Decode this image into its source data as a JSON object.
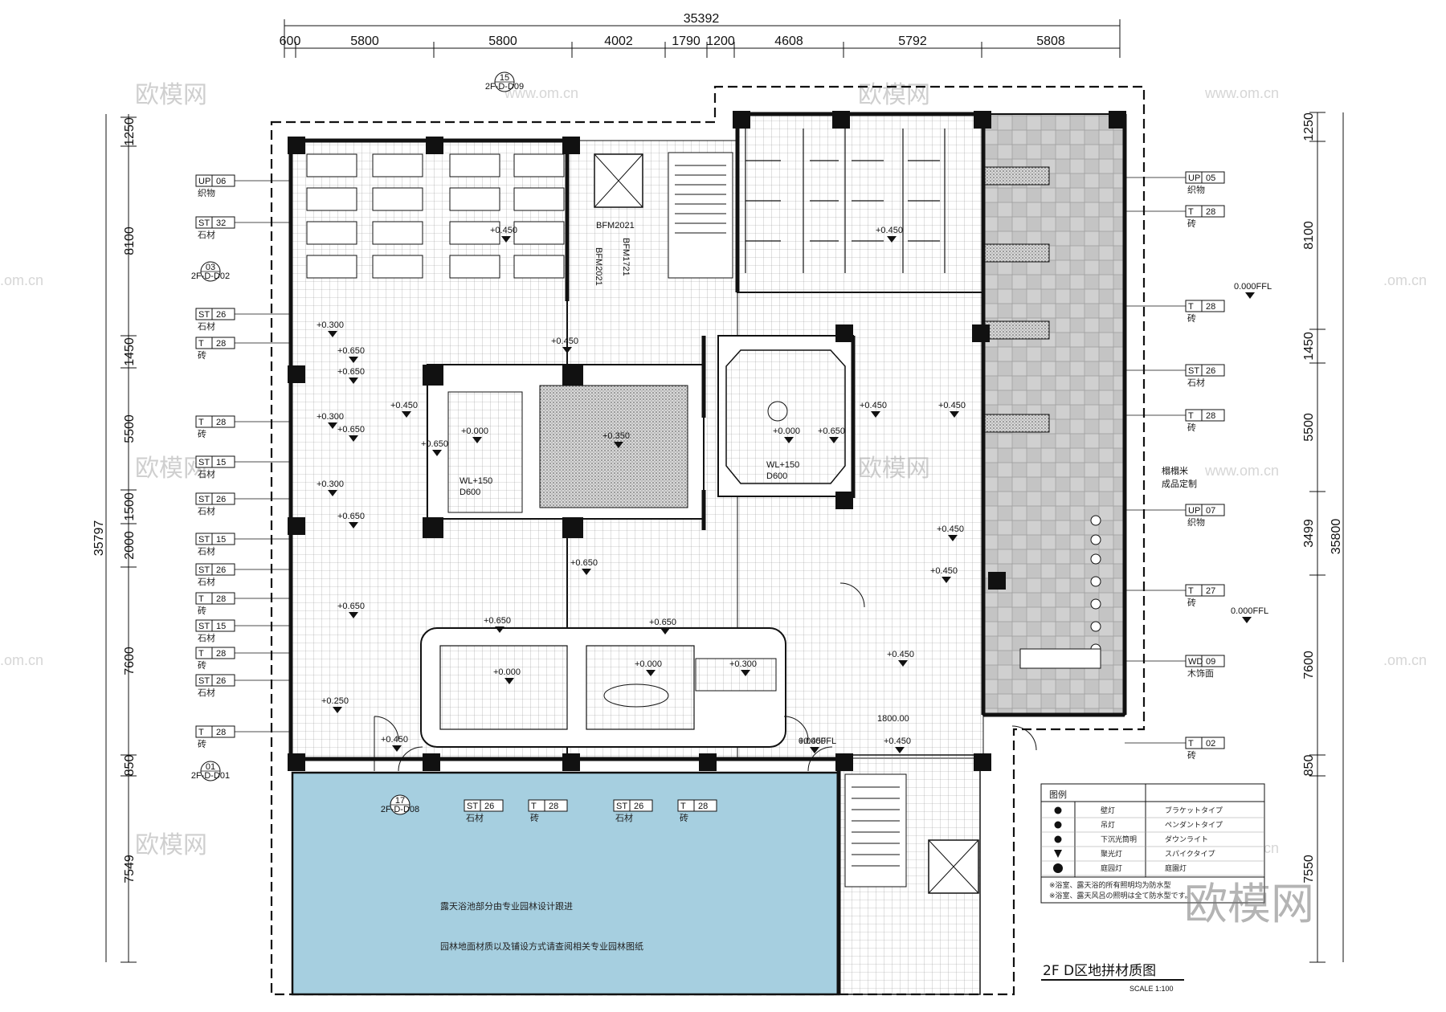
{
  "total_width": "35392",
  "total_height": "35797",
  "top_dims": [
    "600",
    "5800",
    "5800",
    "4002",
    "1790",
    "1200",
    "4608",
    "5792",
    "5808"
  ],
  "left_dims": [
    "1250",
    "8100",
    "1450",
    "5500",
    "1500",
    "2000",
    "7600",
    "850",
    "7549"
  ],
  "right_dims": [
    "1250",
    "8100",
    "1450",
    "5500",
    "3499",
    "7600",
    "850",
    "7550"
  ],
  "right_total": "35800",
  "left_tags": [
    {
      "code": "UP",
      "num": "06",
      "mat": "织物"
    },
    {
      "code": "ST",
      "num": "32",
      "mat": "石材"
    },
    {
      "code": "ST",
      "num": "26",
      "mat": "石材"
    },
    {
      "code": "T",
      "num": "28",
      "mat": "砖"
    },
    {
      "code": "T",
      "num": "28",
      "mat": "砖"
    },
    {
      "code": "ST",
      "num": "15",
      "mat": "石材"
    },
    {
      "code": "ST",
      "num": "26",
      "mat": "石材"
    },
    {
      "code": "ST",
      "num": "15",
      "mat": "石材"
    },
    {
      "code": "ST",
      "num": "26",
      "mat": "石材"
    },
    {
      "code": "T",
      "num": "28",
      "mat": "砖"
    },
    {
      "code": "ST",
      "num": "15",
      "mat": "石材"
    },
    {
      "code": "T",
      "num": "28",
      "mat": "砖"
    },
    {
      "code": "ST",
      "num": "26",
      "mat": "石材"
    },
    {
      "code": "T",
      "num": "28",
      "mat": "砖"
    }
  ],
  "right_tags": [
    {
      "code": "UP",
      "num": "05",
      "mat": "织物"
    },
    {
      "code": "T",
      "num": "28",
      "mat": "砖"
    },
    {
      "code": "T",
      "num": "28",
      "mat": "砖"
    },
    {
      "code": "ST",
      "num": "26",
      "mat": "石材"
    },
    {
      "code": "T",
      "num": "28",
      "mat": "砖"
    },
    {
      "code": "UP",
      "num": "07",
      "mat": "织物"
    },
    {
      "code": "T",
      "num": "27",
      "mat": "砖"
    },
    {
      "code": "WD",
      "num": "09",
      "mat": "木饰面"
    },
    {
      "code": "T",
      "num": "02",
      "mat": "砖"
    }
  ],
  "right_note": "榻榻米",
  "right_note_sub": "成品定制",
  "bottom_tags": [
    {
      "code": "ST",
      "num": "26",
      "mat": "石材"
    },
    {
      "code": "T",
      "num": "28",
      "mat": "砖"
    },
    {
      "code": "ST",
      "num": "26",
      "mat": "石材"
    },
    {
      "code": "T",
      "num": "28",
      "mat": "砖"
    }
  ],
  "section_marks": [
    {
      "num": "15",
      "ref": "2F-D-D09"
    },
    {
      "num": "03",
      "ref": "2F-D-D02"
    },
    {
      "num": "01",
      "ref": "2F-D-D01"
    },
    {
      "num": "17",
      "ref": "2F-D-D08"
    }
  ],
  "levels": [
    "+0.450",
    "+0.450",
    "+0.450",
    "+0.450",
    "+0.650",
    "+0.300",
    "+0.650",
    "+0.300",
    "+0.650",
    "+0.300",
    "+0.650",
    "+0.650",
    "+0.250",
    "+0.450",
    "+0.000",
    "+0.650",
    "+0.350",
    "+0.000",
    "+0.650",
    "+0.450",
    "+0.450",
    "+0.650",
    "+0.650",
    "+0.650",
    "+0.000",
    "+0.000",
    "+0.300",
    "+0.450",
    "+0.450",
    "+0.450",
    "+0.450",
    "+0.450",
    "0.000FFL",
    "0.000FFL",
    "0.000FFL"
  ],
  "wl1": "WL+150",
  "wl1_d": "D600",
  "wl2": "WL+150",
  "wl2_d": "D600",
  "door_codes": [
    "BFM2021",
    "BFM2021",
    "BFM1721"
  ],
  "dim_1800": "1800.00",
  "pool_note": "露天浴池部分由专业园林设计跟进",
  "pool_note2": "园林地面材质以及铺设方式请查阅相关专业园林图纸",
  "legend": {
    "title": "图例",
    "rows": [
      {
        "name": "壁灯",
        "jp": "ブラケットタイプ"
      },
      {
        "name": "吊灯",
        "jp": "ペンダントタイプ"
      },
      {
        "name": "下沉光筒明",
        "jp": "ダウンライト"
      },
      {
        "name": "聚光灯",
        "jp": "スパイクタイプ"
      },
      {
        "name": "庭园灯",
        "jp": "庭園灯"
      }
    ],
    "note1": "※浴室、露天浴的所有照明均为防水型",
    "note2": "※浴室、露天风呂の照明は全て防水型です。"
  },
  "title": "2F  D区地拼材质图",
  "scale": "SCALE 1:100",
  "watermark": "欧模网",
  "watermark_url": "www.om.cn",
  "watermark_edge": ".om.cn",
  "colors": {
    "pool": "#a6cfe0",
    "ink": "#111111",
    "grid": "#9a9a9a"
  }
}
